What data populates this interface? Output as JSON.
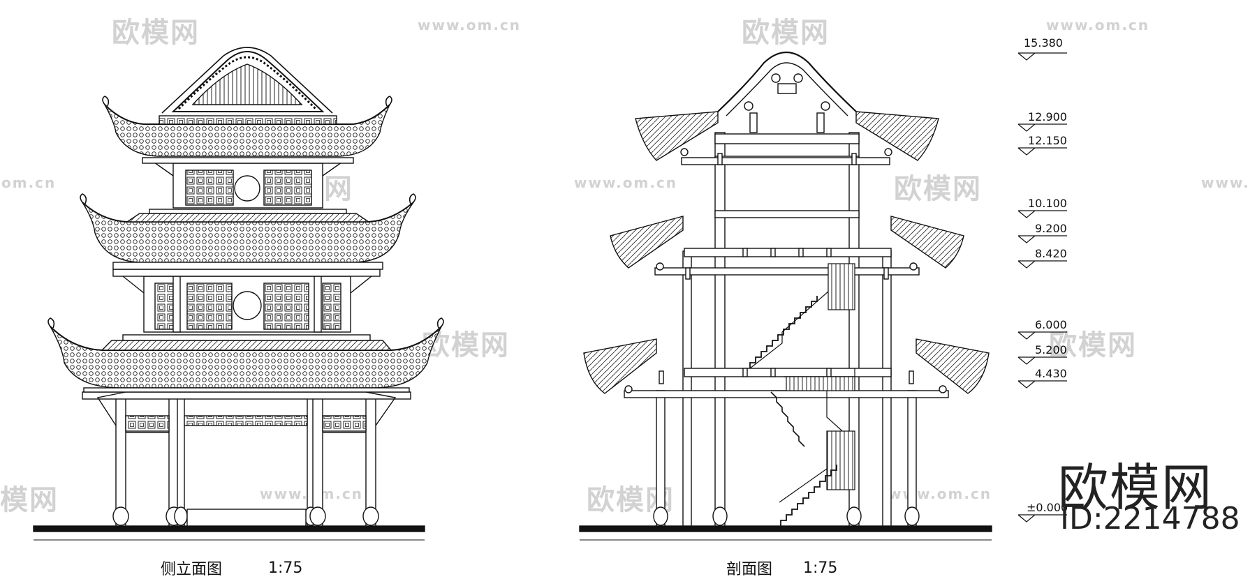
{
  "watermark": {
    "brand": "欧模网",
    "url": "www.om.cn",
    "url_fragment": "om.cn",
    "url_prefix": "www.",
    "brand_fragment": "模网"
  },
  "left_drawing": {
    "title": "侧立面图",
    "scale": "1:75"
  },
  "right_drawing": {
    "title": "剖面图",
    "scale": "1:75"
  },
  "levels": [
    "15.380",
    "12.900",
    "12.150",
    "10.100",
    "9.200",
    "8.420",
    "6.000",
    "5.200",
    "4.430",
    "±0.000"
  ],
  "stamp": {
    "brand": "欧模网",
    "id": "ID:2214788"
  },
  "colors": {
    "line": "#111111",
    "watermark": "#d2d2d2"
  }
}
